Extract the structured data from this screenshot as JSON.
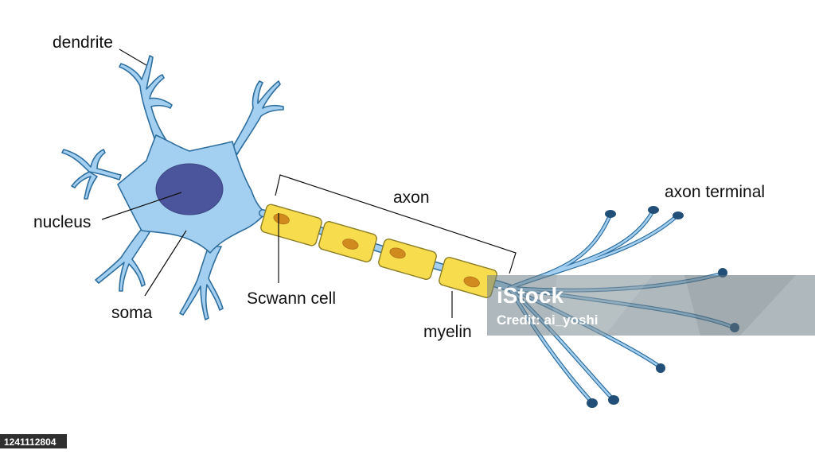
{
  "labels": {
    "dendrite": "dendrite",
    "nucleus": "nucleus",
    "soma": "soma",
    "axon": "axon",
    "schwann_cell": "Scwann cell",
    "myelin": "myelin",
    "axon_terminal": "axon terminal"
  },
  "watermark": {
    "brand": "iStock",
    "credit": "Credit: ai_yoshi"
  },
  "image_id": "1241112804",
  "colors": {
    "cell_fill": "#a3cff0",
    "outline": "#2f6f9e",
    "nucleus": "#4b559b",
    "myelin_fill": "#f7dc4e",
    "myelin_outline": "#8d7f25",
    "schwann_nucleus": "#d08a1e",
    "terminal_knob": "#214f78"
  }
}
